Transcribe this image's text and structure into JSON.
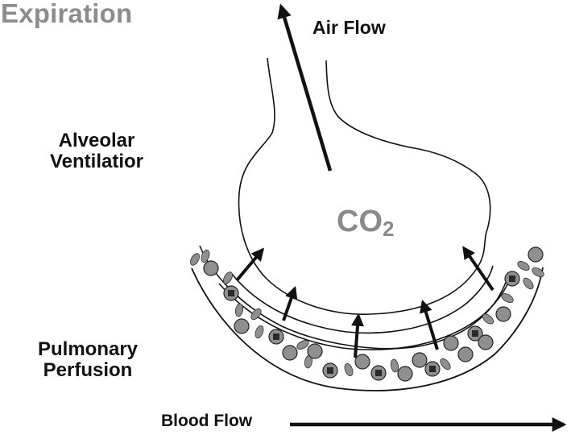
{
  "title": "Expiration",
  "labels": {
    "air_flow": "Air Flow",
    "alveolar_line1": "Alveolar",
    "alveolar_line2": "Ventilatior",
    "pulmonary_line1": "Pulmonary",
    "pulmonary_line2": "Perfusion",
    "blood_flow": "Blood Flow",
    "gas_main": "CO",
    "gas_sub": "2"
  },
  "colors": {
    "title": "#8c8c8c",
    "gas": "#8a8a8a",
    "cell": "#8f8f8f",
    "cell_core": "#2a2a2a",
    "stroke": "#111111"
  }
}
